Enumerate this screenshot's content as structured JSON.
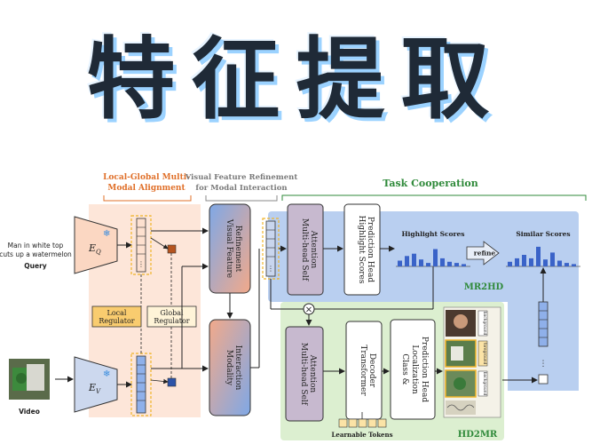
{
  "title": "特征提取",
  "sections": {
    "local_global": [
      "Local-Global Multi-",
      "Modal Alignment"
    ],
    "visual_refine": [
      "Visual Feature Refinement",
      "for Modal Interaction"
    ],
    "task_coop": "Task Cooperation"
  },
  "inputs": {
    "query_text": [
      "Man in white top",
      "cuts up a watermelon"
    ],
    "query_label": "Query",
    "video_label": "Video"
  },
  "encoders": {
    "eq": "E",
    "eq_sub": "Q",
    "ev": "E",
    "ev_sub": "V"
  },
  "regulators": {
    "local": [
      "Local",
      "Regulator"
    ],
    "global": [
      "Global",
      "Regulator"
    ]
  },
  "modules": {
    "vfr": [
      "Visual Feature",
      "Refinement"
    ],
    "mi": [
      "Modality",
      "Interaction"
    ],
    "mhsa": [
      "Multi-head Self",
      "Attention"
    ],
    "hsph": [
      "Highlight Scores",
      "Prediction Head"
    ],
    "td": [
      "Transformer",
      "Decoder"
    ],
    "clph": [
      "Class &",
      "Localization",
      "Prediction Head"
    ]
  },
  "panels": {
    "highlight_scores": "Highlight Scores",
    "similar_scores": "Similar Scores",
    "refine": "refine",
    "mr2hd": "MR2HD",
    "hd2mr": "HD2MR",
    "learnable_tokens": "Learnable Tokens",
    "frame_tags": [
      "background",
      "foreground",
      "background"
    ]
  },
  "charts": {
    "highlight_bars": [
      0.25,
      0.45,
      0.55,
      0.3,
      0.15,
      0.75,
      0.35,
      0.2,
      0.15,
      0.1
    ],
    "similar_bars": [
      0.2,
      0.35,
      0.5,
      0.35,
      0.85,
      0.3,
      0.6,
      0.25,
      0.15,
      0.1
    ]
  },
  "colors": {
    "peach": "#fde0cf",
    "blue_panel": "#b9cff0",
    "green_panel": "#dcefd0",
    "bar": "#3a63c8",
    "orange_label": "#e0702a",
    "green_label": "#2f8a3a"
  }
}
